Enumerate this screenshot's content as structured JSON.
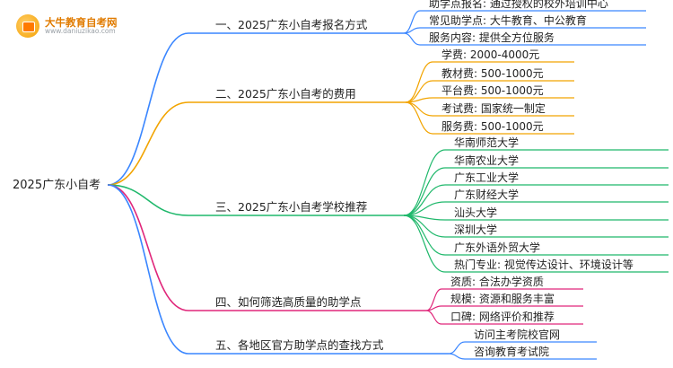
{
  "logo": {
    "name": "大牛教育自考网",
    "url": "www.daniuzikao.com"
  },
  "mindmap": {
    "root": "2025广东小自考",
    "branches": [
      {
        "label": "一、2025广东小自考报名方式",
        "color": "#3a86ff",
        "children": [
          "助学点报名: 通过授权的校外培训中心",
          "常见助学点: 大牛教育、中公教育",
          "服务内容: 提供全方位服务"
        ]
      },
      {
        "label": "二、2025广东小自考的费用",
        "color": "#f2a400",
        "children": [
          "学费: 2000-4000元",
          "教材费: 500-1000元",
          "平台费: 500-1000元",
          "考试费: 国家统一制定",
          "服务费: 500-1000元"
        ]
      },
      {
        "label": "三、2025广东小自考学校推荐",
        "color": "#1fb86b",
        "children": [
          "华南师范大学",
          "华南农业大学",
          "广东工业大学",
          "广东财经大学",
          "汕头大学",
          "深圳大学",
          "广东外语外贸大学",
          "热门专业: 视觉传达设计、环境设计等"
        ]
      },
      {
        "label": "四、如何筛选高质量的助学点",
        "color": "#e0267a",
        "children": [
          "资质: 合法办学资质",
          "规模: 资源和服务丰富",
          "口碑: 网络评价和推荐"
        ]
      },
      {
        "label": "五、各地区官方助学点的查找方式",
        "color": "#3a86ff",
        "children": [
          "访问主考院校官网",
          "咨询教育考试院"
        ]
      }
    ]
  }
}
